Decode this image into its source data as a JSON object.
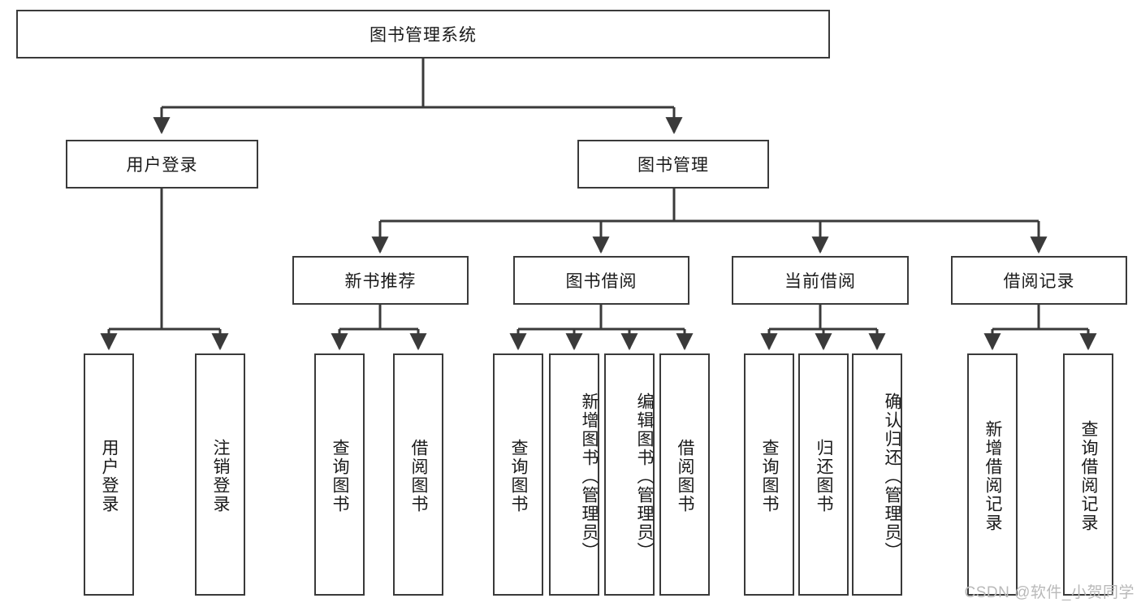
{
  "diagram": {
    "title": "图书管理系统",
    "watermark": "CSDN @软件_小贺同学",
    "colors": {
      "stroke": "#3a3a3a",
      "fill": "#ffffff",
      "text": "#1a1a1a",
      "watermark": "#b9b9b9"
    },
    "levels": {
      "root": "图书管理系统",
      "level2": [
        "用户登录",
        "图书管理"
      ],
      "level3": [
        "新书推荐",
        "图书借阅",
        "当前借阅",
        "借阅记录"
      ]
    },
    "nodes": {
      "root": {
        "label": "图书管理系统",
        "orientation": "horizontal"
      },
      "user_login": {
        "label": "用户登录",
        "orientation": "horizontal"
      },
      "book_manage": {
        "label": "图书管理",
        "orientation": "horizontal"
      },
      "new_book_rec": {
        "label": "新书推荐",
        "orientation": "horizontal"
      },
      "book_borrow": {
        "label": "图书借阅",
        "orientation": "horizontal"
      },
      "current_borrow": {
        "label": "当前借阅",
        "orientation": "horizontal"
      },
      "borrow_record": {
        "label": "借阅记录",
        "orientation": "horizontal"
      },
      "leaf_user_login": {
        "label": "用户登录",
        "orientation": "vertical"
      },
      "leaf_logout": {
        "label": "注销登录",
        "orientation": "vertical"
      },
      "leaf_query_book_1": {
        "label": "查询图书",
        "orientation": "vertical"
      },
      "leaf_borrow_book_1": {
        "label": "借阅图书",
        "orientation": "vertical"
      },
      "leaf_query_book_2": {
        "label": "查询图书",
        "orientation": "vertical"
      },
      "leaf_add_book": {
        "label": "新增图书（管理员）",
        "orientation": "vertical"
      },
      "leaf_edit_book": {
        "label": "编辑图书（管理员）",
        "orientation": "vertical"
      },
      "leaf_borrow_book_2": {
        "label": "借阅图书",
        "orientation": "vertical"
      },
      "leaf_query_book_3": {
        "label": "查询图书",
        "orientation": "vertical"
      },
      "leaf_return_book": {
        "label": "归还图书",
        "orientation": "vertical"
      },
      "leaf_confirm_return": {
        "label": "确认归还（管理员）",
        "orientation": "vertical"
      },
      "leaf_add_record": {
        "label": "新增借阅记录",
        "orientation": "vertical"
      },
      "leaf_query_record": {
        "label": "查询借阅记录",
        "orientation": "vertical"
      }
    },
    "tree": {
      "name": "图书管理系统",
      "children": [
        {
          "name": "用户登录",
          "children": [
            {
              "name": "用户登录",
              "children": []
            },
            {
              "name": "注销登录",
              "children": []
            }
          ]
        },
        {
          "name": "图书管理",
          "children": [
            {
              "name": "新书推荐",
              "children": [
                {
                  "name": "查询图书",
                  "children": []
                },
                {
                  "name": "借阅图书",
                  "children": []
                }
              ]
            },
            {
              "name": "图书借阅",
              "children": [
                {
                  "name": "查询图书",
                  "children": []
                },
                {
                  "name": "新增图书（管理员）",
                  "children": []
                },
                {
                  "name": "编辑图书（管理员）",
                  "children": []
                },
                {
                  "name": "借阅图书",
                  "children": []
                }
              ]
            },
            {
              "name": "当前借阅",
              "children": [
                {
                  "name": "查询图书",
                  "children": []
                },
                {
                  "name": "归还图书",
                  "children": []
                },
                {
                  "name": "确认归还（管理员）",
                  "children": []
                }
              ]
            },
            {
              "name": "借阅记录",
              "children": [
                {
                  "name": "新增借阅记录",
                  "children": []
                },
                {
                  "name": "查询借阅记录",
                  "children": []
                }
              ]
            }
          ]
        }
      ]
    }
  }
}
